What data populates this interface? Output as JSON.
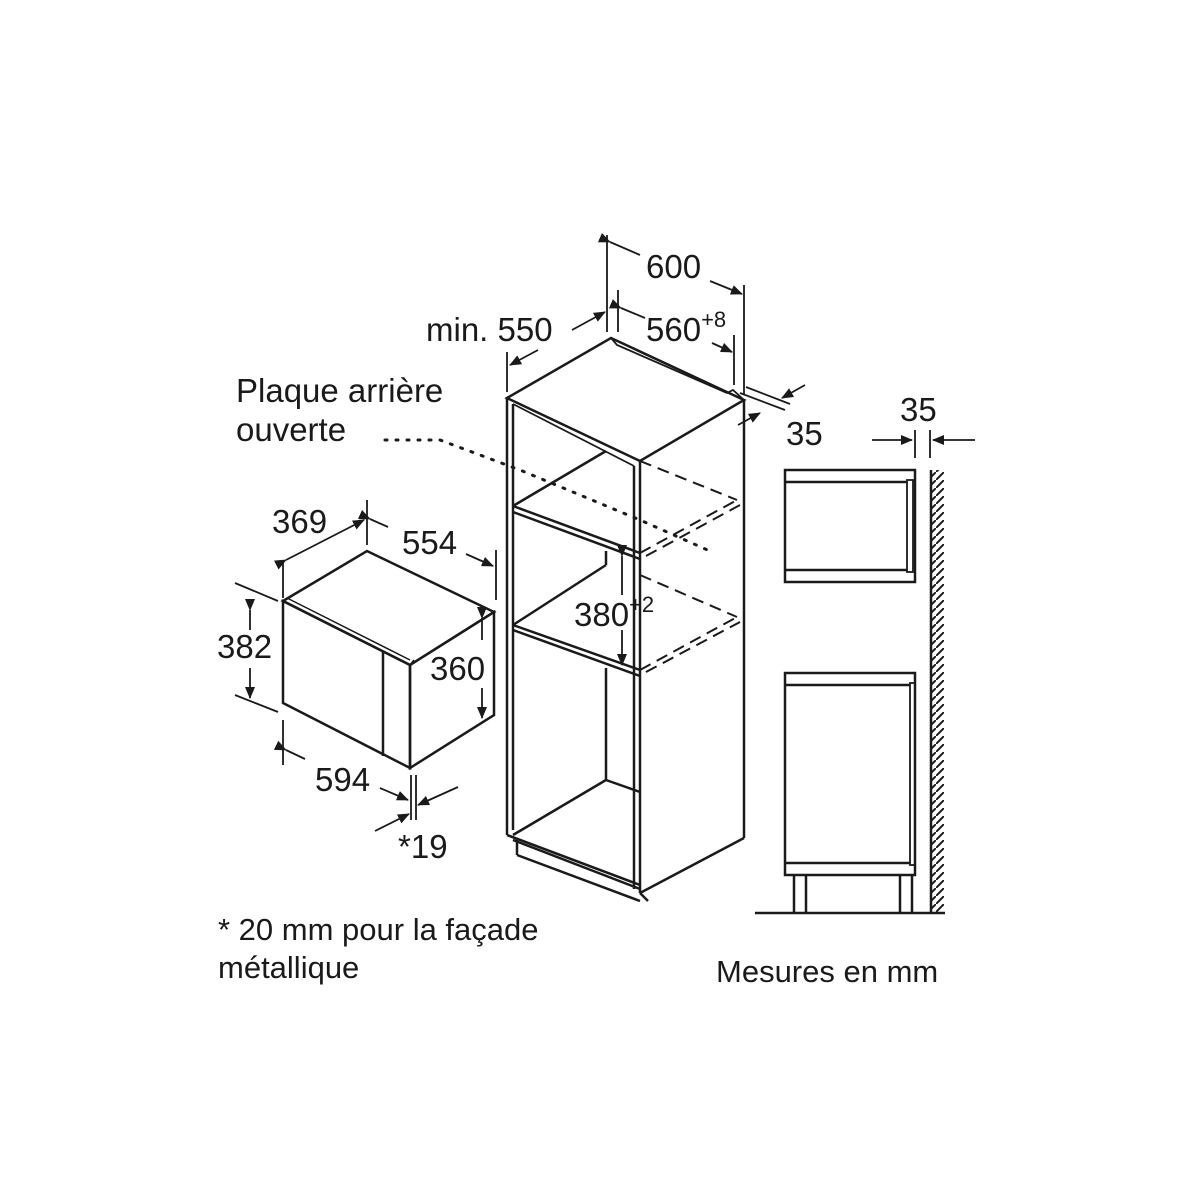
{
  "diagram": {
    "type": "installation-dimensions",
    "subject": "built-in microwave in tall cabinet",
    "units_note": "Mesures en mm",
    "footnote": {
      "line1": "* 20 mm pour la façade",
      "line2": "métallique"
    },
    "back_panel_label": {
      "line1": "Plaque arrière",
      "line2": "ouverte"
    },
    "appliance": {
      "depth": "369",
      "width_top": "554",
      "height_total": "382",
      "height_body": "360",
      "width_front": "594",
      "front_thickness": "*19"
    },
    "cabinet": {
      "depth_min_prefix": "min.",
      "depth_min": "550",
      "width": "600",
      "niche_width": "560",
      "niche_width_tol": "+8",
      "niche_height": "380",
      "niche_height_tol": "+2",
      "back_gap": "35"
    },
    "side_view": {
      "wall_gap": "35"
    }
  },
  "colors": {
    "line": "#1a1a1a",
    "background": "#ffffff"
  }
}
